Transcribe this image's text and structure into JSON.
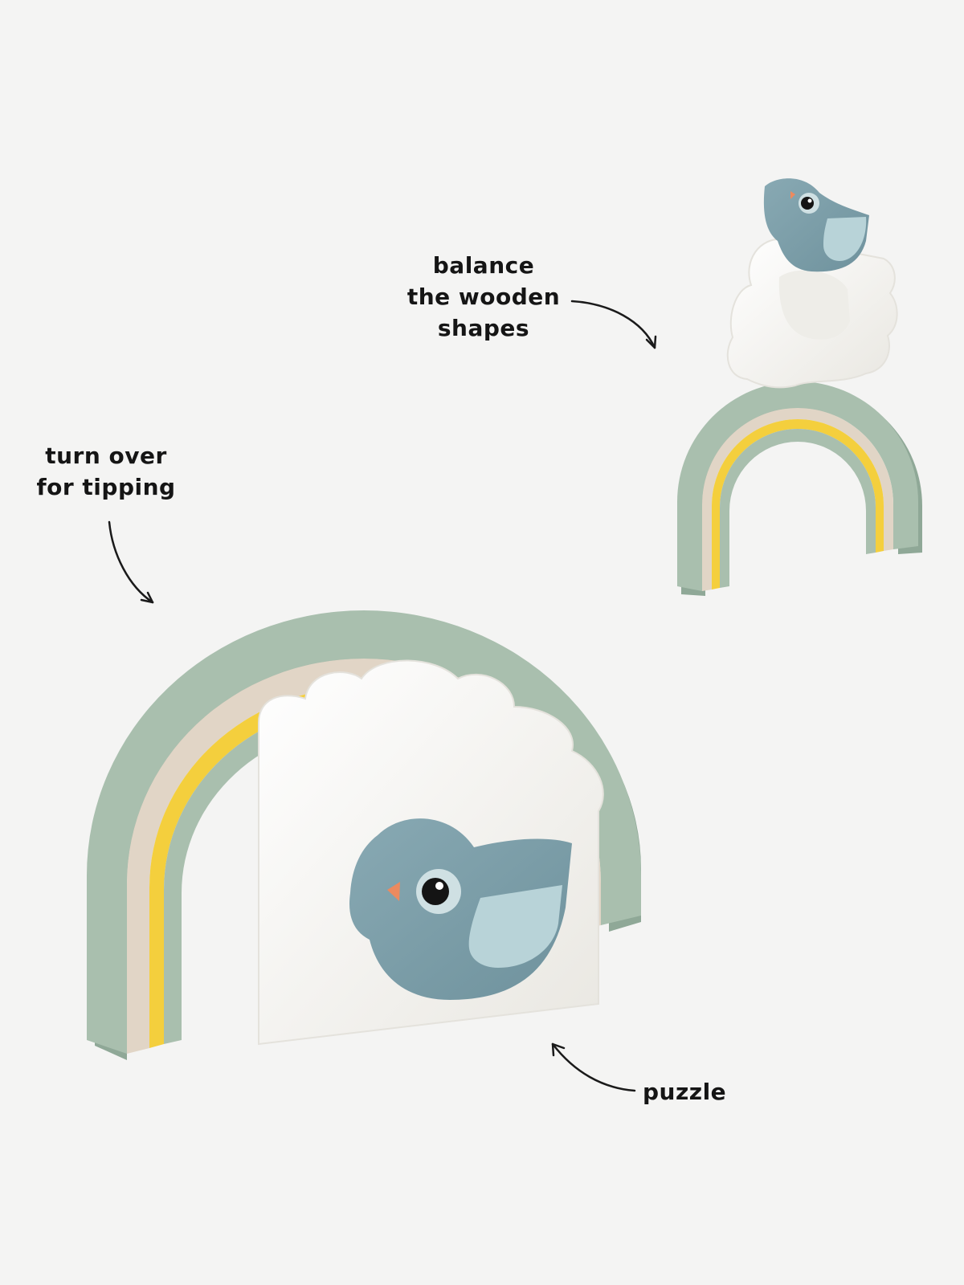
{
  "captions": {
    "balance": {
      "lines": [
        "balance",
        "the wooden",
        "shapes"
      ]
    },
    "turn_over": {
      "lines": [
        "turn over",
        "for tipping"
      ]
    },
    "puzzle": {
      "lines": [
        "puzzle"
      ]
    }
  },
  "colors": {
    "background": "#f4f4f3",
    "rainbow_outer": "#a9bfae",
    "rainbow_middle": "#e1d5c6",
    "rainbow_inner": "#f4cf3d",
    "cloud": "#f7f6f2",
    "bird": "#7ea1ac",
    "bird_wing": "#b8d3d8",
    "beak": "#ec8a5f",
    "text": "#151515"
  },
  "icons": [
    "curved-arrow-icon",
    "curved-arrow-icon",
    "curved-arrow-icon"
  ]
}
